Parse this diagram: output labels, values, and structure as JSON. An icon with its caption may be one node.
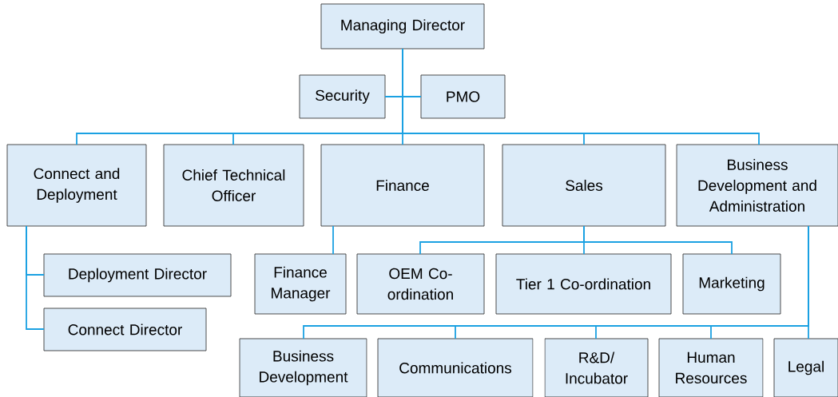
{
  "diagram": {
    "nodes": [
      {
        "text": [
          "Managing Director"
        ]
      },
      {
        "text": [
          "Security"
        ]
      },
      {
        "text": [
          "PMO"
        ]
      },
      {
        "text": [
          "Connect and Deployment"
        ]
      },
      {
        "text": [
          "Chief Technical Officer"
        ]
      },
      {
        "text": [
          "Finance"
        ]
      },
      {
        "text": [
          "Sales"
        ]
      },
      {
        "text": [
          "Business Development and Administration"
        ]
      },
      {
        "text": [
          "Deployment Director"
        ]
      },
      {
        "text": [
          "Connect Director"
        ]
      },
      {
        "text": [
          "Finance Manager"
        ]
      },
      {
        "text": [
          "OEM Co-ordination"
        ]
      },
      {
        "text": [
          "Tier 1 Co-ordination"
        ]
      },
      {
        "text": [
          "Marketing"
        ]
      },
      {
        "text": [
          "Business Development"
        ]
      },
      {
        "text": [
          "Communications"
        ]
      },
      {
        "text": [
          "R&D/ Incubator"
        ]
      },
      {
        "text": [
          "Human Resources"
        ]
      },
      {
        "text": [
          "Legal"
        ]
      }
    ],
    "edges": [
      {
        "from": 0,
        "to": 1,
        "arrow": "none"
      },
      {
        "from": 0,
        "to": 2,
        "arrow": "none"
      },
      {
        "from": 0,
        "to": 3,
        "arrow": "none"
      },
      {
        "from": 0,
        "to": 4,
        "arrow": "none"
      },
      {
        "from": 0,
        "to": 5,
        "arrow": "none"
      },
      {
        "from": 0,
        "to": 6,
        "arrow": "none"
      },
      {
        "from": 0,
        "to": 7,
        "arrow": "none"
      },
      {
        "from": 3,
        "to": 8,
        "arrow": "none"
      },
      {
        "from": 3,
        "to": 9,
        "arrow": "none"
      },
      {
        "from": 5,
        "to": 10,
        "arrow": "none"
      },
      {
        "from": 6,
        "to": 11,
        "arrow": "none"
      },
      {
        "from": 6,
        "to": 12,
        "arrow": "none"
      },
      {
        "from": 6,
        "to": 13,
        "arrow": "none"
      },
      {
        "from": 7,
        "to": 14,
        "arrow": "none"
      },
      {
        "from": 7,
        "to": 15,
        "arrow": "none"
      },
      {
        "from": 7,
        "to": 16,
        "arrow": "none"
      },
      {
        "from": 7,
        "to": 17,
        "arrow": "none"
      },
      {
        "from": 7,
        "to": 18,
        "arrow": "none"
      }
    ]
  }
}
